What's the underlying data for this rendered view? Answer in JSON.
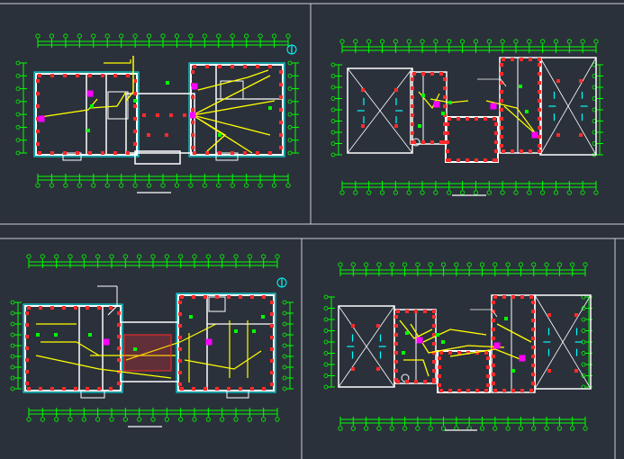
{
  "viewport": {
    "title": "",
    "background": "#2b313b"
  },
  "colors": {
    "frame": "#c8cdd4",
    "dimension": "#00ff00",
    "wall": "#ffffff",
    "window": "#00ffff",
    "wiring": "#ffff00",
    "fixture": "#ff2a2a",
    "panel": "#ff00ff",
    "light": "#ffffff"
  },
  "panels": [
    {
      "id": "plan-1",
      "variant": "first-floor",
      "has_north_arrow": true
    },
    {
      "id": "plan-2",
      "variant": "roof-level",
      "has_north_arrow": false
    },
    {
      "id": "plan-3",
      "variant": "second-floor",
      "has_north_arrow": true
    },
    {
      "id": "plan-4",
      "variant": "roof-level-alt",
      "has_north_arrow": false
    }
  ]
}
